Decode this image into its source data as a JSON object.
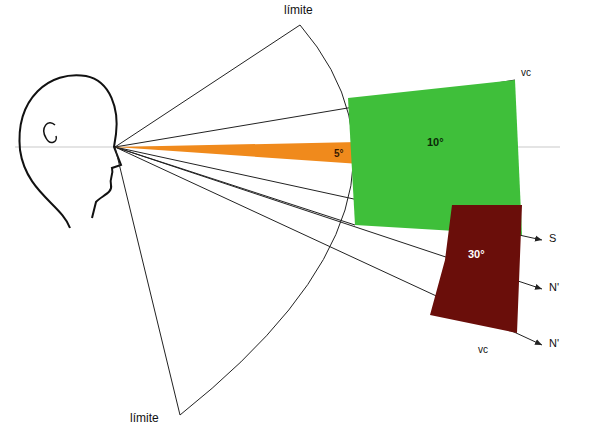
{
  "diagram": {
    "nodes": [
      {
        "text": [
          "5°"
        ]
      },
      {
        "text": [
          "10°"
        ]
      },
      {
        "text": [
          "30°"
        ]
      }
    ],
    "labels": [
      "límite",
      "límite",
      "vc",
      "vc",
      "S",
      "N'",
      "N'"
    ]
  }
}
